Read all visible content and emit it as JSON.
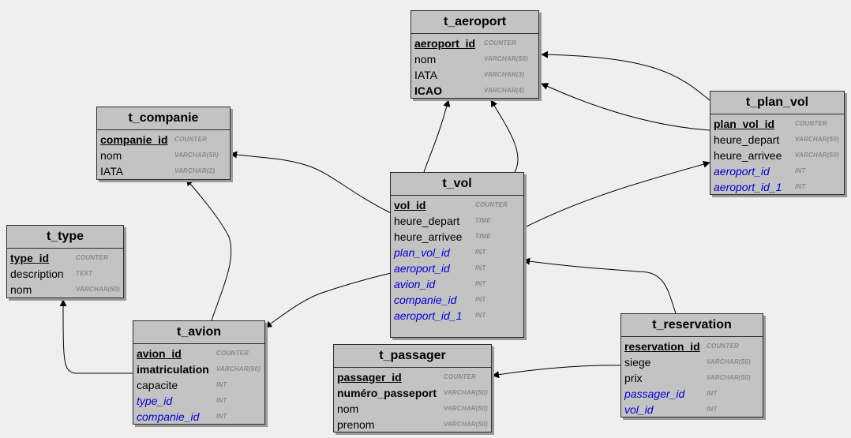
{
  "tables": {
    "t_aeroport": {
      "title": "t_aeroport",
      "fields": [
        {
          "name": "aeroport_id",
          "type": "COUNTER"
        },
        {
          "name": "nom",
          "type": "VARCHAR(50)"
        },
        {
          "name": "IATA",
          "type": "VARCHAR(3)"
        },
        {
          "name": "ICAO",
          "type": "VARCHAR(4)"
        }
      ]
    },
    "t_companie": {
      "title": "t_companie",
      "fields": [
        {
          "name": "companie_id",
          "type": "COUNTER"
        },
        {
          "name": "nom",
          "type": "VARCHAR(50)"
        },
        {
          "name": "IATA",
          "type": "VARCHAR(2)"
        }
      ]
    },
    "t_plan_vol": {
      "title": "t_plan_vol",
      "fields": [
        {
          "name": "plan_vol_id",
          "type": "COUNTER"
        },
        {
          "name": "heure_depart",
          "type": "VARCHAR(50)"
        },
        {
          "name": "heure_arrivee",
          "type": "VARCHAR(50)"
        },
        {
          "name": "aeroport_id",
          "type": "INT"
        },
        {
          "name": "aeroport_id_1",
          "type": "INT"
        }
      ]
    },
    "t_vol": {
      "title": "t_vol",
      "fields": [
        {
          "name": "vol_id",
          "type": "COUNTER"
        },
        {
          "name": "heure_depart",
          "type": "TIME"
        },
        {
          "name": "heure_arrivee",
          "type": "TIME"
        },
        {
          "name": "plan_vol_id",
          "type": "INT"
        },
        {
          "name": "aeroport_id",
          "type": "INT"
        },
        {
          "name": "avion_id",
          "type": "INT"
        },
        {
          "name": "companie_id",
          "type": "INT"
        },
        {
          "name": "aeroport_id_1",
          "type": "INT"
        }
      ]
    },
    "t_type": {
      "title": "t_type",
      "fields": [
        {
          "name": "type_id",
          "type": "COUNTER"
        },
        {
          "name": "description",
          "type": "TEXT"
        },
        {
          "name": "nom",
          "type": "VARCHAR(50)"
        }
      ]
    },
    "t_avion": {
      "title": "t_avion",
      "fields": [
        {
          "name": "avion_id",
          "type": "COUNTER"
        },
        {
          "name": "imatriculation",
          "type": "VARCHAR(50)"
        },
        {
          "name": "capacite",
          "type": "INT"
        },
        {
          "name": "type_id",
          "type": "INT"
        },
        {
          "name": "companie_id",
          "type": "INT"
        }
      ]
    },
    "t_passager": {
      "title": "t_passager",
      "fields": [
        {
          "name": "passager_id",
          "type": "COUNTER"
        },
        {
          "name": "numéro_passeport",
          "type": "VARCHAR(50)"
        },
        {
          "name": "nom",
          "type": "VARCHAR(50)"
        },
        {
          "name": "prenom",
          "type": "VARCHAR(50)"
        }
      ]
    },
    "t_reservation": {
      "title": "t_reservation",
      "fields": [
        {
          "name": "reservation_id",
          "type": "COUNTER"
        },
        {
          "name": "siege",
          "type": "VARCHAR(50)"
        },
        {
          "name": "prix",
          "type": "VARCHAR(50)"
        },
        {
          "name": "passager_id",
          "type": "INT"
        },
        {
          "name": "vol_id",
          "type": "INT"
        }
      ]
    }
  },
  "relationships": [
    {
      "from": "t_vol",
      "to": "t_aeroport"
    },
    {
      "from": "t_vol",
      "to": "t_aeroport"
    },
    {
      "from": "t_vol",
      "to": "t_companie"
    },
    {
      "from": "t_vol",
      "to": "t_avion"
    },
    {
      "from": "t_vol",
      "to": "t_plan_vol"
    },
    {
      "from": "t_plan_vol",
      "to": "t_aeroport"
    },
    {
      "from": "t_plan_vol",
      "to": "t_aeroport"
    },
    {
      "from": "t_avion",
      "to": "t_companie"
    },
    {
      "from": "t_avion",
      "to": "t_type"
    },
    {
      "from": "t_reservation",
      "to": "t_vol"
    },
    {
      "from": "t_reservation",
      "to": "t_passager"
    }
  ],
  "colors": {
    "table_fill": "#c3c3c3",
    "border": "#2c2c2c",
    "foreign_key_text": "#0000d6",
    "type_text": "#8a8a8a",
    "background": "#efefef"
  }
}
